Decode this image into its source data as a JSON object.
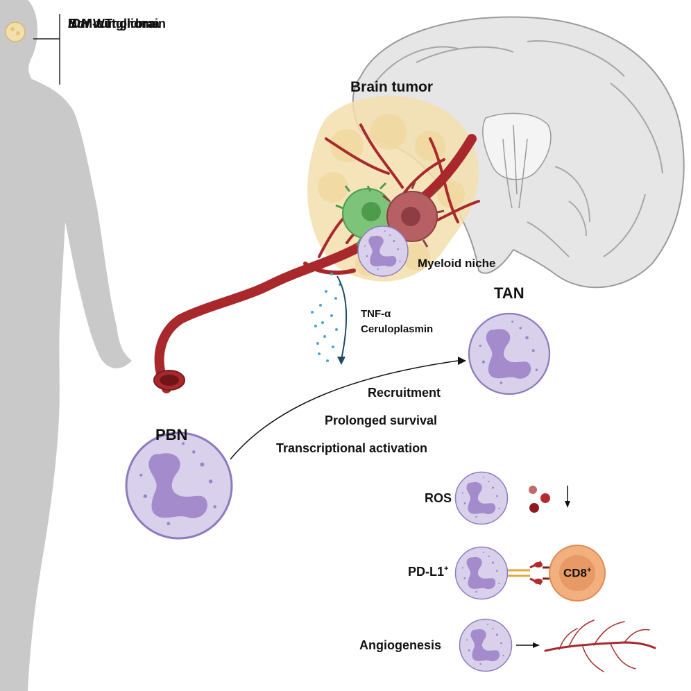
{
  "legend": {
    "items": [
      {
        "italic": "",
        "text": "Non-tumor brain"
      },
      {
        "italic": "IDH",
        "text": " mut glioma"
      },
      {
        "italic": "IDH",
        "text": " WT glioma"
      },
      {
        "italic": "",
        "text": "BrM"
      }
    ]
  },
  "labels": {
    "brain_tumor": "Brain tumor",
    "myeloid_niche": "Myeloid niche",
    "signal_1": "TNF-α",
    "signal_2": "Ceruloplasmin",
    "tan": "TAN",
    "pbn": "PBN",
    "step_1": "Recruitment",
    "step_2": "Prolonged survival",
    "step_3": "Transcriptional activation",
    "ros": "ROS",
    "pdl1": "PD-L1",
    "pdl1_sup": "+",
    "cd8": "CD8",
    "cd8_sup": "+",
    "angiogenesis": "Angiogenesis"
  },
  "colors": {
    "silhouette": "#c9c9c9",
    "brain_fill": "#e6e6e6",
    "brain_stroke": "#9a9a9a",
    "tumor": "#f3dfae",
    "vessel": "#a8282c",
    "neutrophil_fill": "#d9d0ec",
    "neutrophil_stroke": "#8e7bbd",
    "nucleus": "#a48ccc",
    "green_cell": "#7dc47a",
    "red_cell": "#b76063",
    "cd8_fill": "#f2b07e",
    "signal_dots": "#4da6c9",
    "arrow_dark": "#1e4b64"
  }
}
